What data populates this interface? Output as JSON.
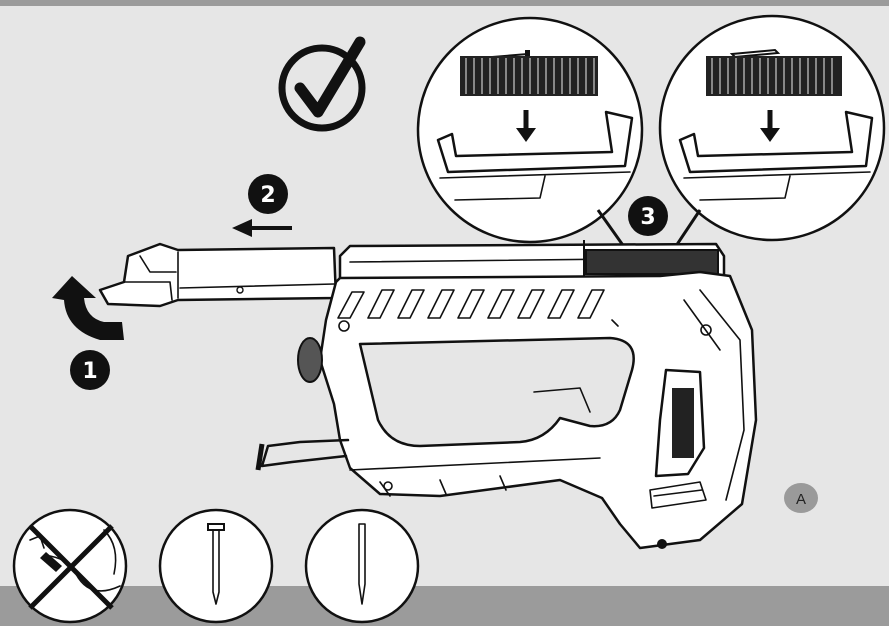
{
  "steps": {
    "step1": "1",
    "step2": "2",
    "step3": "3"
  },
  "figure_label": "A",
  "colors": {
    "background": "#e6e6e6",
    "bars": "#9b9b9b",
    "ink": "#111111",
    "label_circle": "#9a9a9a"
  },
  "icons": {
    "check": "check-circle-icon",
    "no_power": "no-power-plug-icon",
    "nail": "nail-icon",
    "brad": "brad-icon"
  }
}
